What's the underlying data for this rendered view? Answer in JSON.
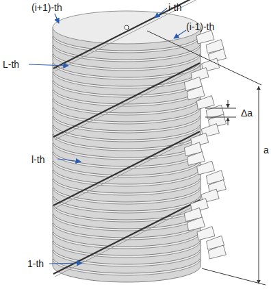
{
  "diagram": {
    "labels": [
      "(i+1)-th",
      "i-th",
      "(i-1)-th",
      "L-th",
      "Δa",
      "l-th",
      "a",
      "1-th"
    ]
  }
}
